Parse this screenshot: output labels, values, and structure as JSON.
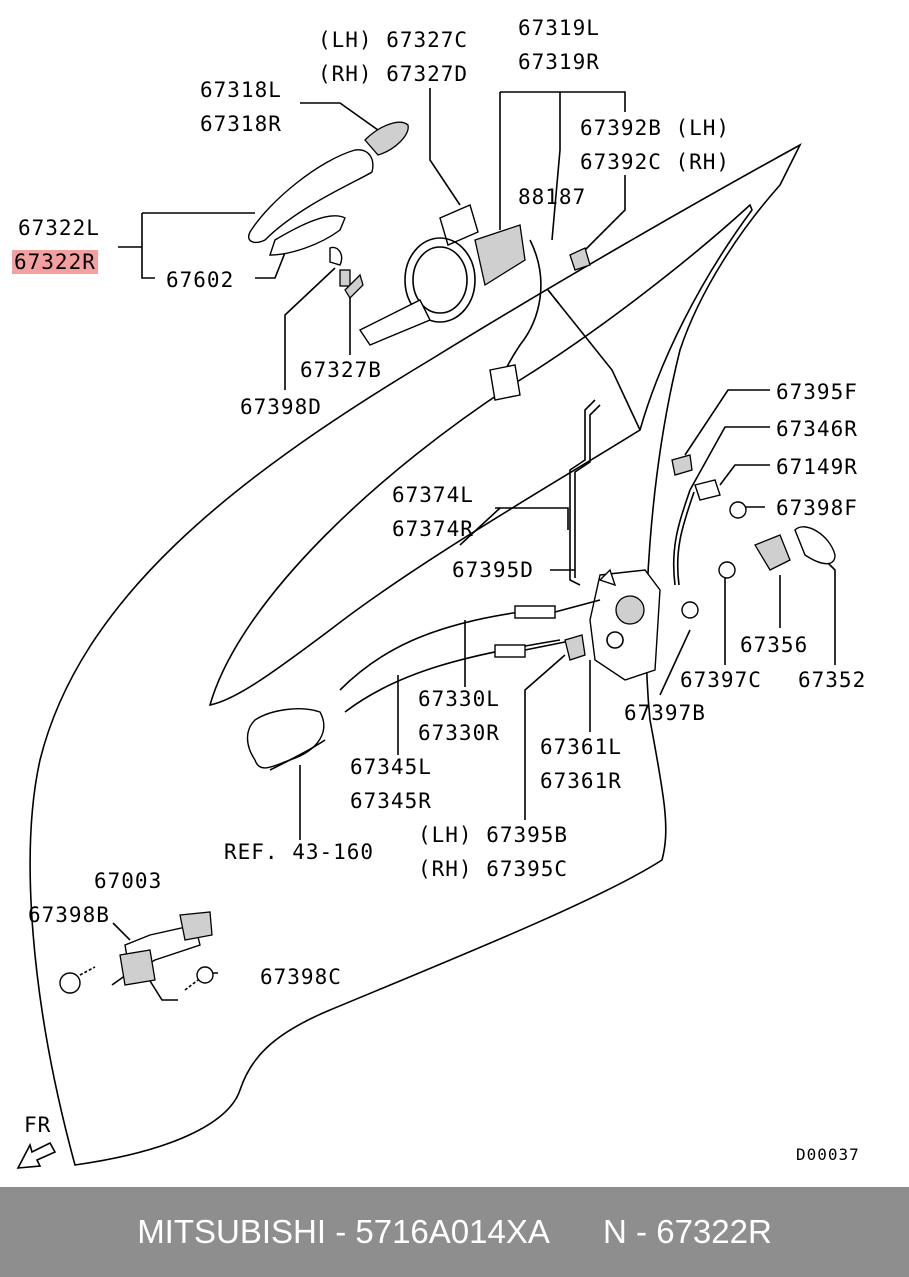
{
  "labels": {
    "p67327c": "(LH) 67327C",
    "p67327d": "(RH) 67327D",
    "p67319l": "67319L",
    "p67319r": "67319R",
    "p67318l": "67318L",
    "p67318r": "67318R",
    "p67392b": "67392B (LH)",
    "p67392c": "67392C (RH)",
    "p88187": "88187",
    "p67322l": "67322L",
    "p67322r": "67322R",
    "p67602": "67602",
    "p67327b": "67327B",
    "p67398d": "67398D",
    "p67395f": "67395F",
    "p67346r": "67346R",
    "p67149r": "67149R",
    "p67398f": "67398F",
    "p67374l": "67374L",
    "p67374r": "67374R",
    "p67395d": "67395D",
    "p67356": "67356",
    "p67352": "67352",
    "p67397c": "67397C",
    "p67397b": "67397B",
    "p67330l": "67330L",
    "p67330r": "67330R",
    "p67361l": "67361L",
    "p67361r": "67361R",
    "p67345l": "67345L",
    "p67345r": "67345R",
    "p67395b": "(LH) 67395B",
    "p67395c": "(RH) 67395C",
    "ref": "REF. 43-160",
    "p67003": "67003",
    "p67398b": "67398B",
    "p67398c": "67398C",
    "fr": "FR",
    "drawing_code": "D00037"
  },
  "highlight_color": "#f5a0a0",
  "footer": {
    "text": "MITSUBISHI - 5716A014XA      N - 67322R",
    "background": "#8e8e8e"
  }
}
